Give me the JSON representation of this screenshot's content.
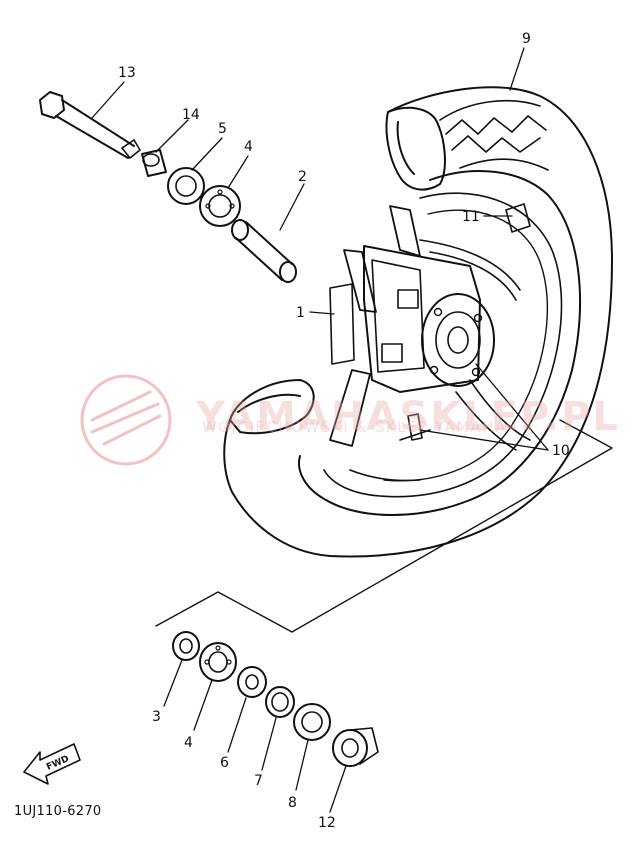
{
  "callouts": {
    "c1": "1",
    "c2": "2",
    "c3": "3",
    "c4_top": "4",
    "c4_bottom": "4",
    "c5": "5",
    "c6": "6",
    "c7": "7",
    "c8": "8",
    "c9": "9",
    "c10": "10",
    "c11": "11",
    "c12": "12",
    "c13": "13",
    "c14": "14"
  },
  "drawing_code": "1UJ110-6270",
  "fwd_label": "FWD",
  "watermark": {
    "main": "YAMAHASKLEP.PL",
    "sub": "WOJCIECHOWSKI & SKLEP YAMAHA"
  },
  "colors": {
    "line": "#111111",
    "watermark": "#e87878"
  }
}
